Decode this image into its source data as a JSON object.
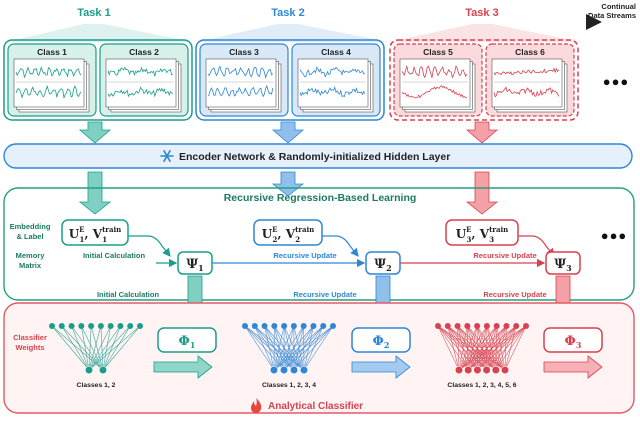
{
  "colors": {
    "teal": "#1a9e8a",
    "teal_light": "#d6f0ea",
    "blue": "#2f86d6",
    "blue_light": "#d8e8f7",
    "red": "#d8414e",
    "red_light": "#fadadd",
    "green_frame": "#25a07f",
    "pink_frame": "#e25a66"
  },
  "timeline": {
    "task1": "Task 1",
    "task2": "Task 2",
    "task3": "Task 3",
    "stream_line1": "Continual",
    "stream_line2": "Data Streams"
  },
  "classes": [
    "Class 1",
    "Class 2",
    "Class 3",
    "Class 4",
    "Class 5",
    "Class 6"
  ],
  "encoder": {
    "label": "Encoder Network & Randomly-initialized Hidden Layer",
    "icon": "snowflake-icon"
  },
  "learning": {
    "title": "Recursive Regression-Based Learning",
    "embedding_label_line1": "Embedding",
    "embedding_label_line2": "& Label",
    "memory_label_line1": "Memory",
    "memory_label_line2": "Matrix",
    "u1": "U",
    "u2": "U",
    "u3": "U",
    "u_sup": "E",
    "v": "V",
    "v_sup": "train",
    "sub1": "1",
    "sub2": "2",
    "sub3": "3",
    "psi": "Ψ",
    "initial_calc": "Initial Calculation",
    "recursive_update": "Recursive Update",
    "dots": "●●●"
  },
  "classifier": {
    "weights_line1": "Classifier",
    "weights_line2": "Weights",
    "initial_calc": "Initial Calculation",
    "recursive_update": "Recursive Update",
    "phi": "Φ",
    "classes_12": "Classes 1, 2",
    "classes_1234": "Classes 1, 2, 3, 4",
    "classes_123456": "Classes 1, 2, 3, 4, 5, 6",
    "title": "Analytical Classifier",
    "icon": "flame-icon"
  }
}
